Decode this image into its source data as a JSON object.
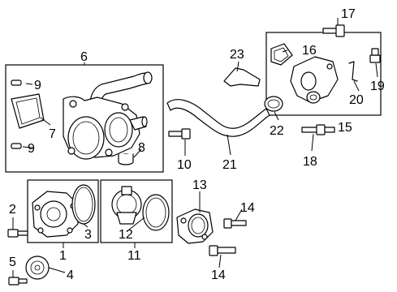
{
  "callouts": {
    "c1": "1",
    "c2": "2",
    "c3": "3",
    "c4": "4",
    "c5": "5",
    "c6": "6",
    "c7": "7",
    "c8": "8",
    "c9a": "9",
    "c9b": "9",
    "c10": "10",
    "c11": "11",
    "c12": "12",
    "c13": "13",
    "c14a": "14",
    "c14b": "14",
    "c15": "15",
    "c16": "16",
    "c17": "17",
    "c18": "18",
    "c19": "19",
    "c20": "20",
    "c21": "21",
    "c22": "22",
    "c23": "23"
  }
}
